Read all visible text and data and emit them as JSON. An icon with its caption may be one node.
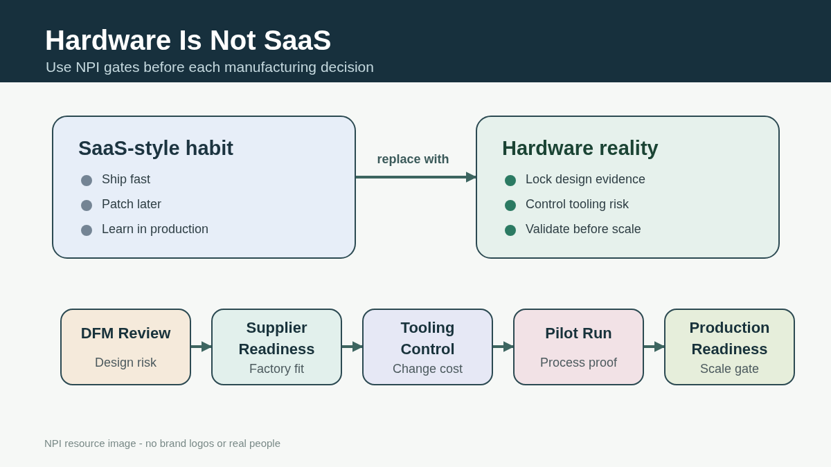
{
  "diagram": {
    "title": "Hardware Is Not SaaS",
    "caption": "Use NPI gates before each manufacturing decision",
    "nodes": [
      {
        "text": [
          "SaaS-style habit",
          "Ship fast",
          "Patch later",
          "Learn in production"
        ]
      },
      {
        "text": [
          "Hardware reality",
          "Lock design evidence",
          "Control tooling risk",
          "Validate before scale"
        ]
      },
      {
        "text": [
          "DFM Review",
          "Design risk"
        ]
      },
      {
        "text": [
          "Supplier Readiness",
          "Factory fit"
        ]
      },
      {
        "text": [
          "Tooling Control",
          "Change cost"
        ]
      },
      {
        "text": [
          "Pilot Run",
          "Process proof"
        ]
      },
      {
        "text": [
          "Production Readiness",
          "Scale gate"
        ]
      }
    ],
    "edges": [
      {
        "from": 0,
        "to": 1,
        "arrow": "to",
        "label": "replace with"
      },
      {
        "from": 2,
        "to": 3,
        "arrow": "to"
      },
      {
        "from": 3,
        "to": 4,
        "arrow": "to"
      },
      {
        "from": 4,
        "to": 5,
        "arrow": "to"
      },
      {
        "from": 5,
        "to": 6,
        "arrow": "to"
      }
    ],
    "labels": [
      "NPI resource image - no brand logos or real people"
    ]
  }
}
